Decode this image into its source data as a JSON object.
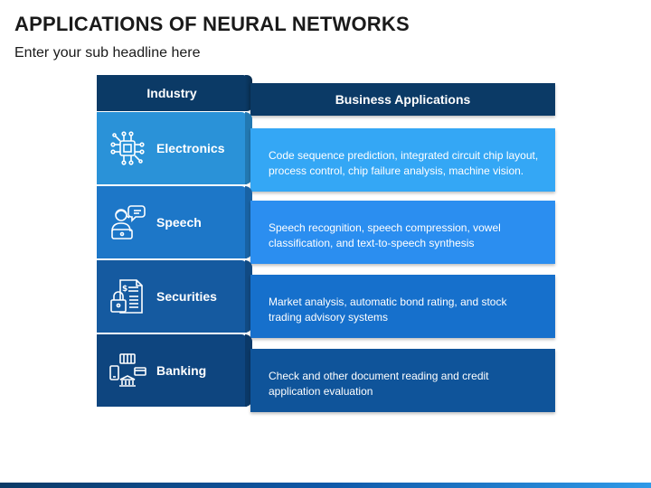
{
  "slide": {
    "title": "APPLICATIONS OF NEURAL NETWORKS",
    "subtitle": "Enter your sub headline here"
  },
  "headers": {
    "industry": "Industry",
    "business": "Business Applications"
  },
  "rows": [
    {
      "industry": "Electronics",
      "icon": "circuit-chip-icon",
      "industry_color": "#2a92d8",
      "app_color": "#34a7f5",
      "application": "Code sequence prediction, integrated circuit chip layout, process control, chip failure analysis, machine vision."
    },
    {
      "industry": "Speech",
      "icon": "speaker-with-bubble-icon",
      "industry_color": "#1d77c8",
      "app_color": "#2b8ef0",
      "application": "Speech recognition, speech compression, vowel classification, and text-to-speech synthesis"
    },
    {
      "industry": "Securities",
      "icon": "secured-document-icon",
      "industry_color": "#155aa0",
      "app_color": "#1670cc",
      "application": "Market analysis, automatic bond rating, and stock trading advisory systems"
    },
    {
      "industry": "Banking",
      "icon": "banking-devices-icon",
      "industry_color": "#0e457f",
      "app_color": "#0f549a",
      "application": "Check and other document reading and credit application evaluation"
    }
  ]
}
